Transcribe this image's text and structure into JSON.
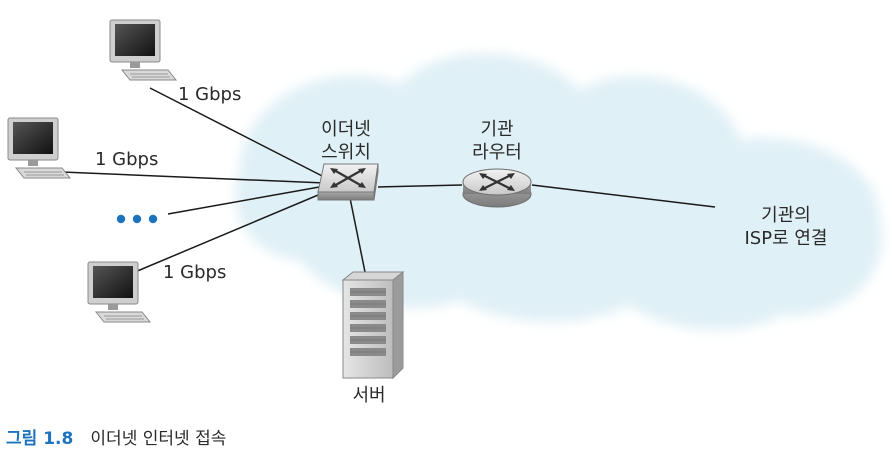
{
  "diagram": {
    "switch_label": [
      "이더넷",
      "스위치"
    ],
    "router_label": [
      "기관",
      "라우터"
    ],
    "isp_label": [
      "기관의",
      "ISP로 연결"
    ],
    "server_label": "서버",
    "links": {
      "top": "1 Gbps",
      "middle": "1 Gbps",
      "bottom": "1 Gbps"
    },
    "ellipsis": "• • •"
  },
  "caption": {
    "figure": "그림 1.8",
    "text": "이더넷 인터넷 접속"
  },
  "colors": {
    "cloud": "#dbeef5",
    "device_face": "#d4d4d4",
    "ellipsis": "#1e73be",
    "caption_accent": "#1e73be",
    "line": "#1a1a1a"
  }
}
